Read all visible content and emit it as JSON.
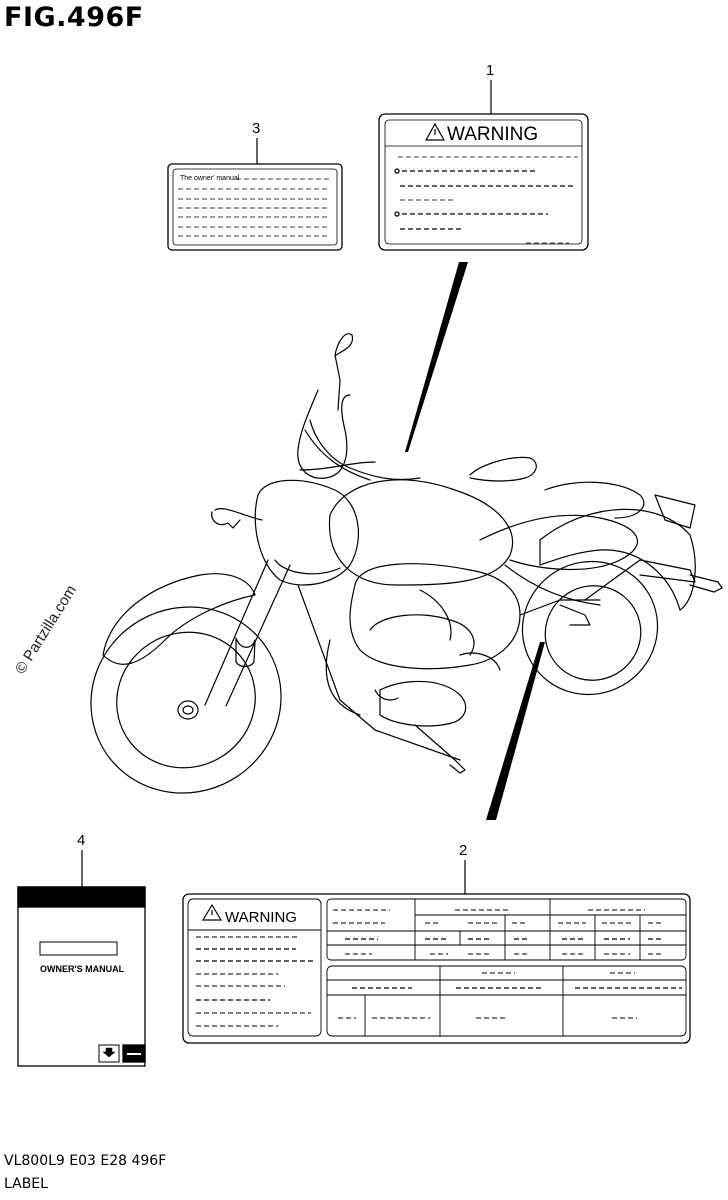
{
  "figure": {
    "title": "FIG.496F",
    "watermark": "© Partzilla.com",
    "footer_code": "VL800L9  E03  E28  496F",
    "footer_section": "LABEL"
  },
  "callouts": [
    "1",
    "2",
    "3",
    "4"
  ],
  "labels": {
    "warning_label_1_heading": "WARNING",
    "warning_label_2_heading": "WARNING",
    "owners_label_text": "The owner' manual",
    "owners_manual_cover": "OWNER'S MANUAL"
  }
}
